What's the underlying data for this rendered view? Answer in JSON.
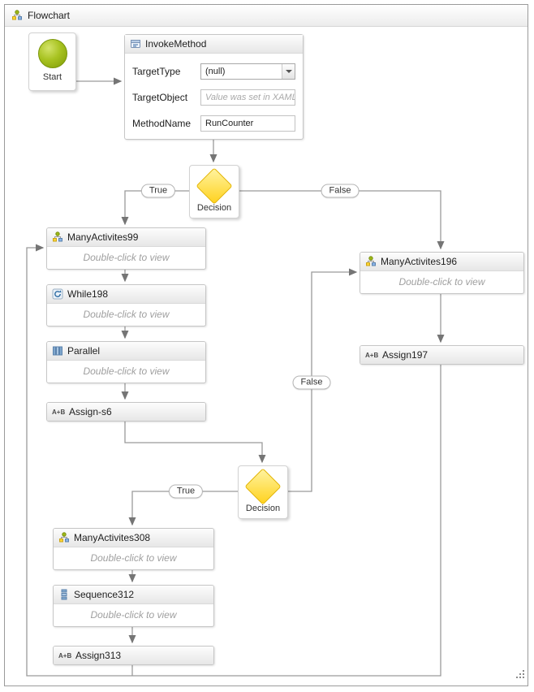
{
  "titlebar": {
    "title": "Flowchart"
  },
  "start": {
    "label": "Start"
  },
  "invoke_method": {
    "title": "InvokeMethod",
    "target_type_label": "TargetType",
    "target_type_value": "(null)",
    "target_object_label": "TargetObject",
    "target_object_value": "Value was set in XAML",
    "method_name_label": "MethodName",
    "method_name_value": "RunCounter"
  },
  "decision1": {
    "label": "Decision",
    "true_label": "True",
    "false_label": "False"
  },
  "decision2": {
    "label": "Decision",
    "true_label": "True",
    "false_label": "False"
  },
  "activities": {
    "many99": {
      "title": "ManyActivites99",
      "body": "Double-click to view"
    },
    "while198": {
      "title": "While198",
      "body": "Double-click to view"
    },
    "parallel": {
      "title": "Parallel",
      "body": "Double-click to view"
    },
    "assign_s6": {
      "title": "Assign-s6"
    },
    "many196": {
      "title": "ManyActivites196",
      "body": "Double-click to view"
    },
    "assign197": {
      "title": "Assign197"
    },
    "many308": {
      "title": "ManyActivites308",
      "body": "Double-click to view"
    },
    "sequence312": {
      "title": "Sequence312",
      "body": "Double-click to view"
    },
    "assign313": {
      "title": "Assign313"
    }
  },
  "icons": {
    "assign_glyph": "A+B"
  },
  "colors": {
    "start_node_green": "#a8c321",
    "decision_yellow": "#ffd21e",
    "connector_gray": "#9a9a9a",
    "hint_text_gray": "#9f9f9f"
  }
}
